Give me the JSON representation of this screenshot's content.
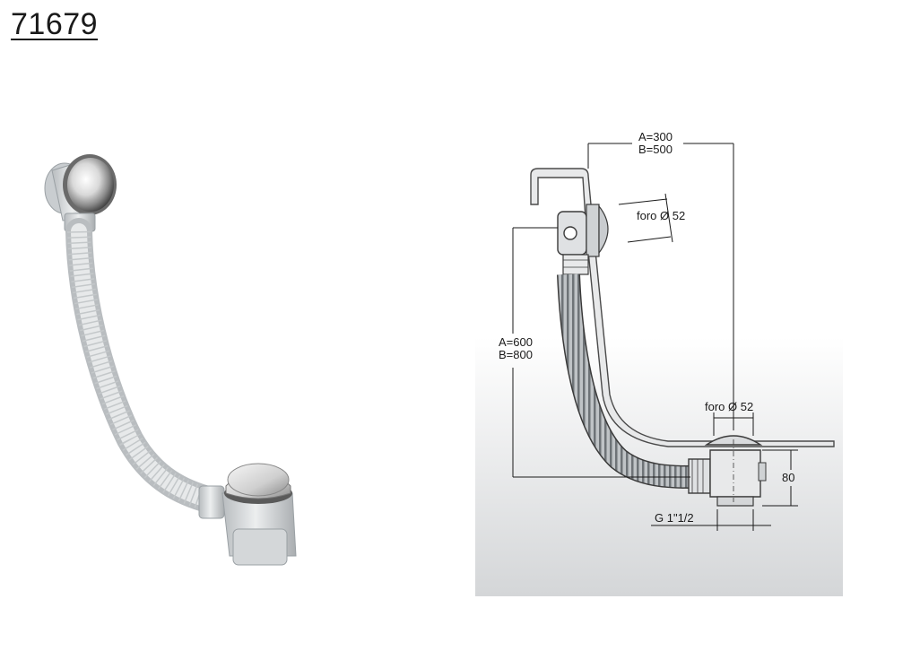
{
  "product": {
    "code": "71679"
  },
  "drawing": {
    "length_a_horizontal": "A=300",
    "length_b_horizontal": "B=500",
    "overflow_hole": "foro Ø 52",
    "length_a_vertical": "A=600",
    "length_b_vertical": "B=800",
    "drain_hole": "foro Ø 52",
    "height": "80",
    "thread": "G 1\"1/2"
  }
}
